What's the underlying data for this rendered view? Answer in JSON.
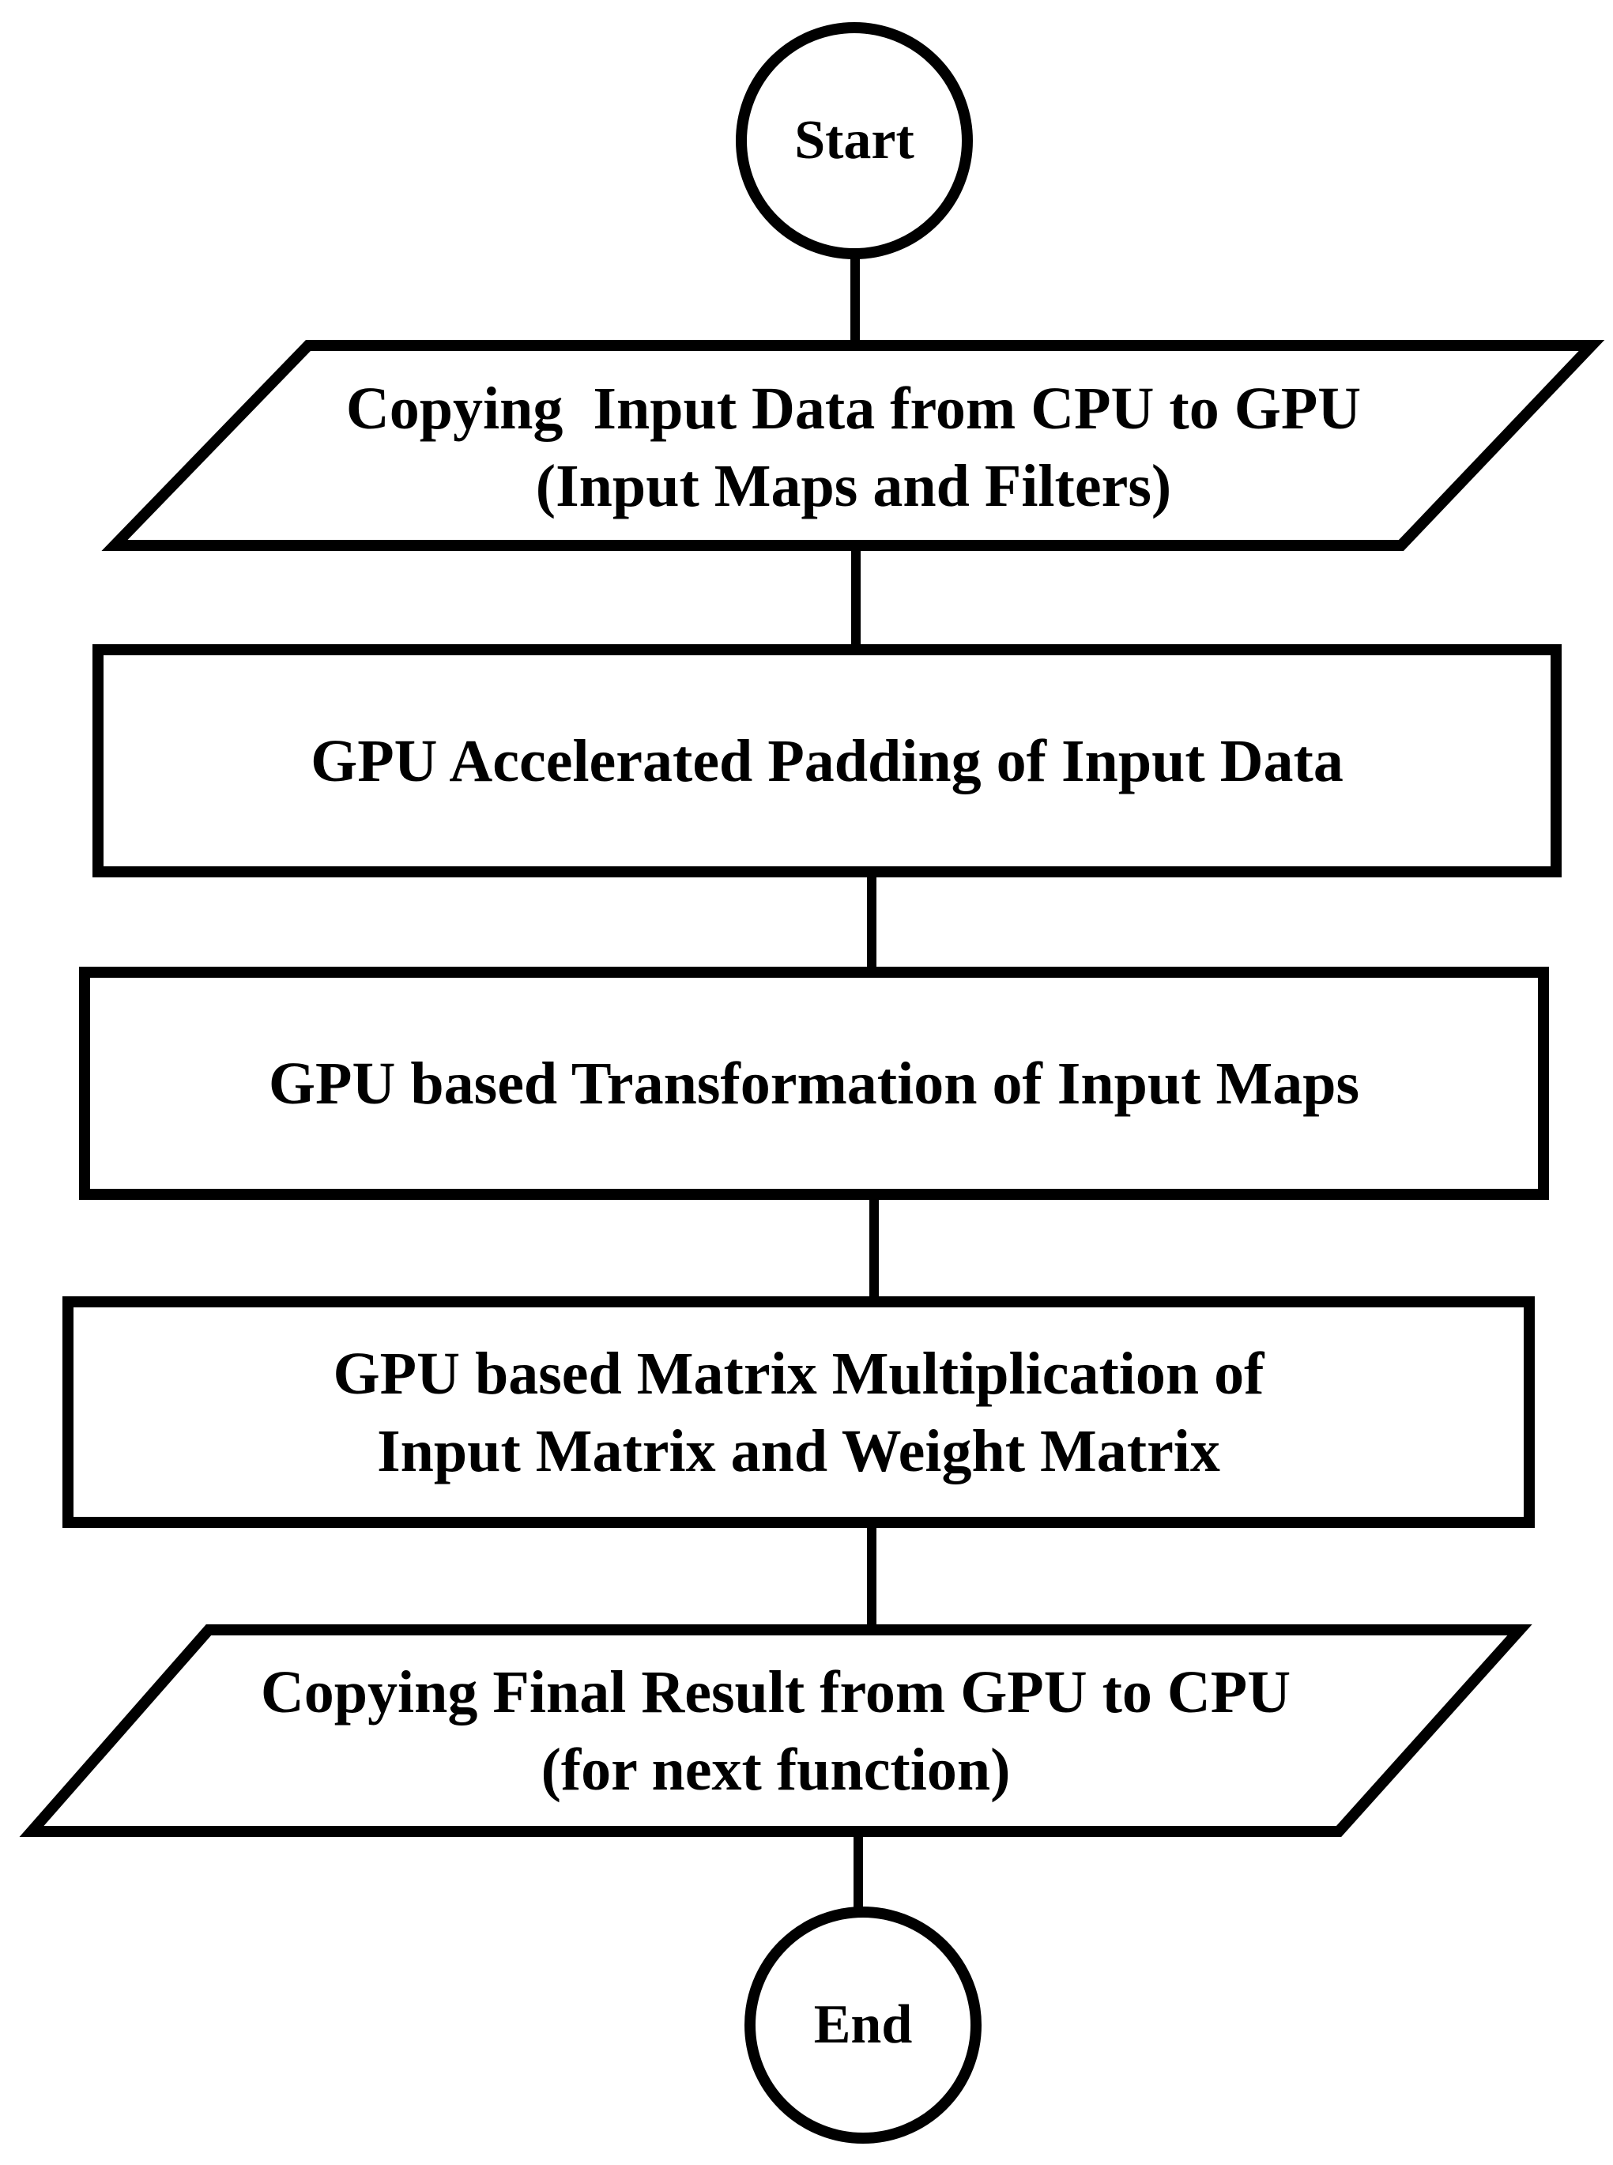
{
  "diagram": {
    "type": "flowchart",
    "direction": "top-to-bottom",
    "colors": {
      "stroke": "#000000",
      "fill": "#ffffff",
      "text": "#000000",
      "background": "#ffffff"
    },
    "nodes": [
      {
        "id": "start",
        "shape": "terminator-circle",
        "label": "Start"
      },
      {
        "id": "copy-input",
        "shape": "parallelogram-io",
        "lines": [
          "Copying  Input Data from CPU to GPU",
          "(Input Maps and Filters)"
        ]
      },
      {
        "id": "padding",
        "shape": "process-rectangle",
        "lines": [
          "GPU Accelerated Padding of Input Data"
        ]
      },
      {
        "id": "transform",
        "shape": "process-rectangle",
        "lines": [
          "GPU based Transformation of Input Maps"
        ]
      },
      {
        "id": "matmul",
        "shape": "process-rectangle",
        "lines": [
          "GPU based Matrix Multiplication of",
          "Input Matrix and Weight Matrix"
        ]
      },
      {
        "id": "copy-result",
        "shape": "parallelogram-io",
        "lines": [
          "Copying Final Result from GPU to CPU",
          "(for next function)"
        ]
      },
      {
        "id": "end",
        "shape": "terminator-circle",
        "label": "End"
      }
    ],
    "edges": [
      {
        "from": "start",
        "to": "copy-input"
      },
      {
        "from": "copy-input",
        "to": "padding"
      },
      {
        "from": "padding",
        "to": "transform"
      },
      {
        "from": "transform",
        "to": "matmul"
      },
      {
        "from": "matmul",
        "to": "copy-result"
      },
      {
        "from": "copy-result",
        "to": "end"
      }
    ]
  }
}
